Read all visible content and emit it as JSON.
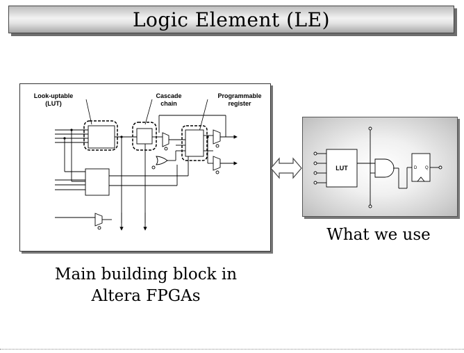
{
  "slide": {
    "title": "Logic Element (LE)",
    "caption_left_line1": "Main building block in",
    "caption_left_line2": "Altera FPGAs",
    "caption_right": "What we use"
  },
  "le_diagram": {
    "label_lut_line1": "Look-uptable",
    "label_lut_line2": "(LUT)",
    "label_cascade_line1": "Cascade",
    "label_cascade_line2": "chain",
    "label_register_line1": "Programmable",
    "label_register_line2": "register"
  },
  "simple_le": {
    "lut_label": "LUT",
    "ff_d_label": "D",
    "ff_q_label": "Q"
  }
}
